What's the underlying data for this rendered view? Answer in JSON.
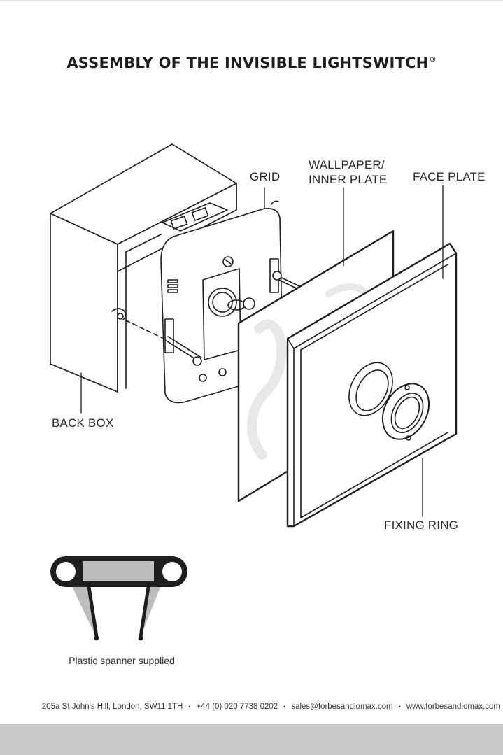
{
  "title": "ASSEMBLY OF THE INVISIBLE LIGHTSWITCH",
  "title_mark": "®",
  "labels": {
    "grid": "GRID",
    "wallpaper_line1": "WALLPAPER/",
    "wallpaper_line2": "INNER PLATE",
    "face_plate": "FACE PLATE",
    "back_box": "BACK BOX",
    "fixing_ring": "FIXING RING"
  },
  "spanner_caption": "Plastic spanner supplied",
  "footer": {
    "address": "205a St John's Hill, London, SW11 1TH",
    "phone": "+44 (0) 020 7738 0202",
    "email": "sales@forbesandlomax.com",
    "website": "www.forbesandlomax.com",
    "separator": "•"
  },
  "colors": {
    "ink": "#1e1e1e",
    "spanner_fill": "#bdbdbd",
    "footer_bar": "#c8c8c8"
  }
}
